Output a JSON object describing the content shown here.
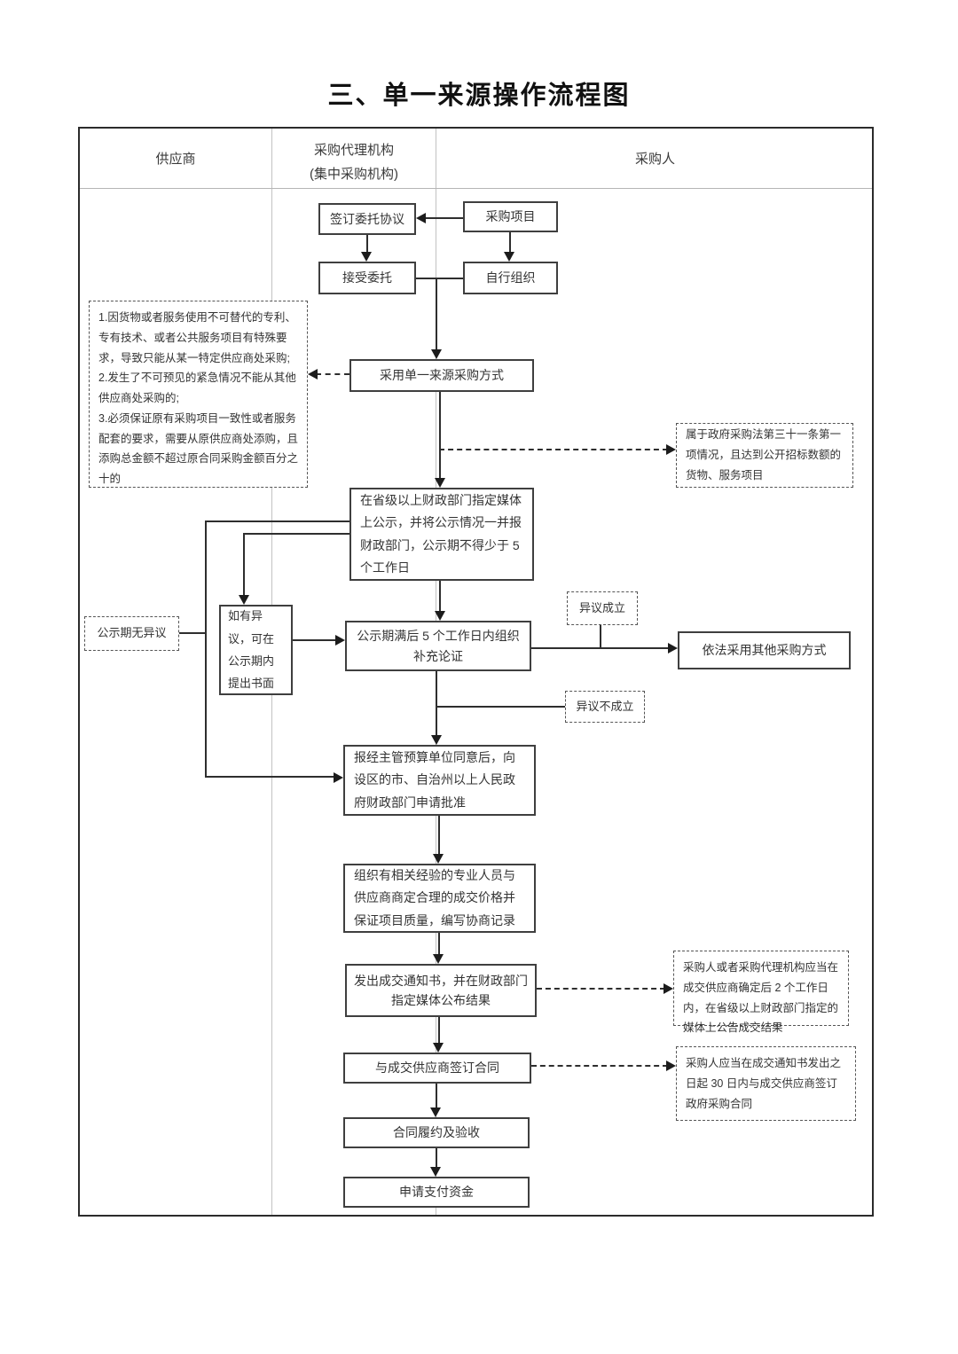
{
  "title": "三、单一来源操作流程图",
  "columns": {
    "supplier": "供应商",
    "agency_line1": "采购代理机构",
    "agency_line2": "(集中采购机构)",
    "purchaser": "采购人"
  },
  "boxes": {
    "sign_agreement": "签订委托协议",
    "procurement_project": "采购项目",
    "accept_entrust": "接受委托",
    "self_organize": "自行组织",
    "adopt_single_source": "采用单一来源采购方式",
    "publicity": "在省级以上财政部门指定媒体上公示，并将公示情况一并报财政部门，公示期不得少于 5 个工作日",
    "supplement_demo": "公示期满后 5 个工作日内组织补充论证",
    "objection_written": "如有异议，可在公示期内提出书面",
    "apply_approval": "报经主管预算单位同意后，向设区的市、自治州以上人民政府财政部门申请批准",
    "other_method": "依法采用其他采购方式",
    "negotiate_price": "组织有相关经验的专业人员与供应商商定合理的成交价格并保证项目质量，编写协商记录",
    "issue_notice": "发出成交通知书，并在财政部门指定媒体公布结果",
    "sign_contract": "与成交供应商签订合同",
    "contract_acceptance": "合同履约及验收",
    "apply_payment": "申请支付资金"
  },
  "notes": {
    "conditions": "1.因货物或者服务使用不可替代的专利、专有技术、或者公共服务项目有特殊要求，导致只能从某一特定供应商处采购;\n2.发生了不可预见的紧急情况不能从其他供应商处采购的;\n3.必须保证原有采购项目一致性或者服务配套的要求，需要从原供应商处添购，且添购总金额不超过原合同采购金额百分之十的",
    "law_article31": "属于政府采购法第三十一条第一项情况，且达到公开招标数额的货物、服务项目",
    "no_objection": "公示期无异议",
    "objection_valid": "异议成立",
    "objection_invalid": "异议不成立",
    "announce_result": "采购人或者采购代理机构应当在成交供应商确定后 2 个工作日内，在省级以上财政部门指定的媒体上公告成交结果",
    "sign_within_30_days": "采购人应当在成交通知书发出之日起 30 日内与成交供应商签订政府采购合同"
  }
}
